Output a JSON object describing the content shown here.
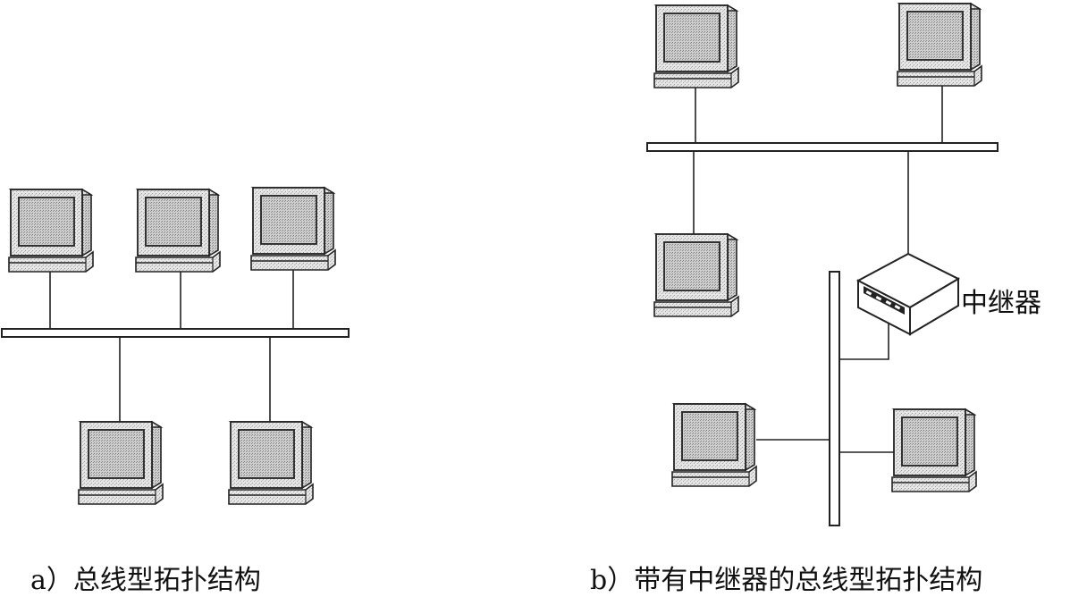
{
  "diagram_a": {
    "caption": "a）总线型拓扑结构"
  },
  "diagram_b": {
    "caption": "b）带有中继器的总线型拓扑结构",
    "repeater_label": "中继器"
  }
}
